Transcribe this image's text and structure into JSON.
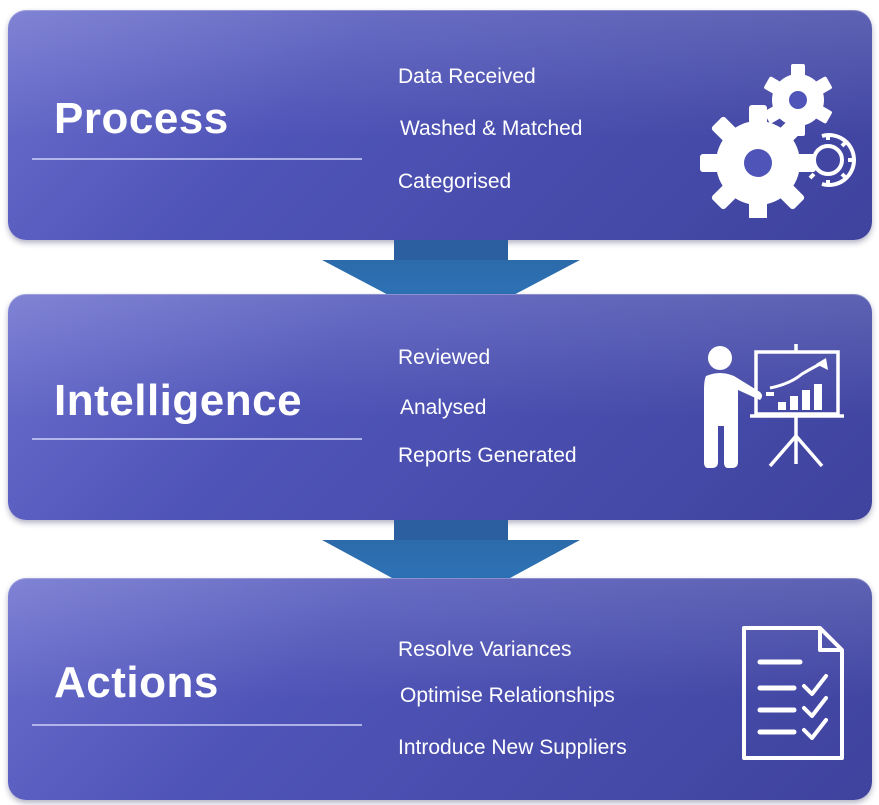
{
  "stages": [
    {
      "title": "Process",
      "steps": [
        "Data Received",
        "Washed & Matched",
        "Categorised"
      ],
      "icon": "gears-icon"
    },
    {
      "title": "Intelligence",
      "steps": [
        "Reviewed",
        "Analysed",
        "Reports Generated"
      ],
      "icon": "presenter-chart-icon"
    },
    {
      "title": "Actions",
      "steps": [
        "Resolve Variances",
        "Optimise Relationships",
        "Introduce New Suppliers"
      ],
      "icon": "checklist-document-icon"
    }
  ],
  "colors": {
    "panel": "#4f54b8",
    "arrow": "#2f6fb0",
    "text": "#ffffff"
  }
}
